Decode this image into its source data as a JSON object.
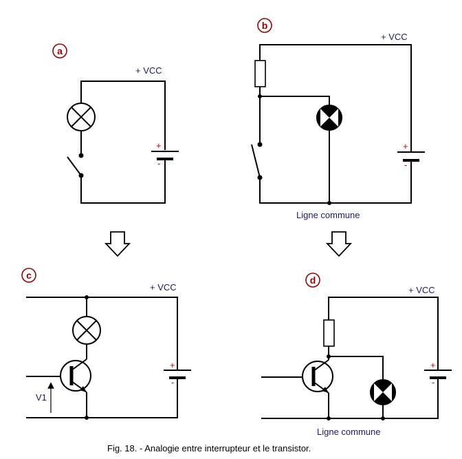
{
  "colors": {
    "wire": "#000000",
    "label_blue": "#1a1a6e",
    "plus_red": "#cc0000",
    "badge_red": "#990000"
  },
  "circuits": {
    "a": {
      "badge": "a",
      "vcc": "+ VCC",
      "plus": "+",
      "minus": "-"
    },
    "b": {
      "badge": "b",
      "vcc": "+ VCC",
      "plus": "+",
      "minus": "-",
      "ground": "Ligne commune"
    },
    "c": {
      "badge": "c",
      "vcc": "+ VCC",
      "plus": "+",
      "minus": "-",
      "input": "V1"
    },
    "d": {
      "badge": "d",
      "vcc": "+ VCC",
      "plus": "+",
      "minus": "-",
      "ground": "Ligne commune"
    }
  },
  "caption": "Fig. 18. - Analogie entre interrupteur et le transistor."
}
